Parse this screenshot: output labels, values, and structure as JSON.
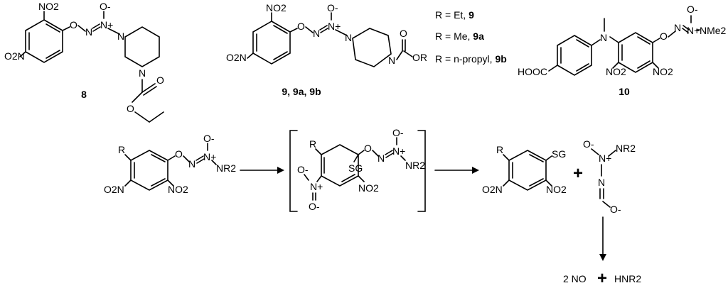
{
  "compounds": {
    "c8": {
      "label": "8"
    },
    "c9": {
      "label": "9, 9a, 9b"
    },
    "c10": {
      "label": "10"
    }
  },
  "r_groups": [
    {
      "text": "R = Et, ",
      "num": "9"
    },
    {
      "text": "R = Me, ",
      "num": "9a"
    },
    {
      "text": "R = n-propyl, ",
      "num": "9b"
    }
  ],
  "atoms": {
    "no2": "NO2",
    "o2n": "O2N",
    "o_link": "O",
    "n": "N",
    "n_plus": "N+",
    "o_minus": "O-",
    "nr2": "NR2",
    "nme2": "NMe2",
    "hooc": "HOOC",
    "or": "OR",
    "o": "O",
    "r": "R",
    "sg": "SG"
  },
  "products": {
    "no": "2 NO",
    "plus": "+",
    "amine": "HNR2"
  },
  "colors": {
    "ink": "#000000",
    "background": "#ffffff"
  }
}
